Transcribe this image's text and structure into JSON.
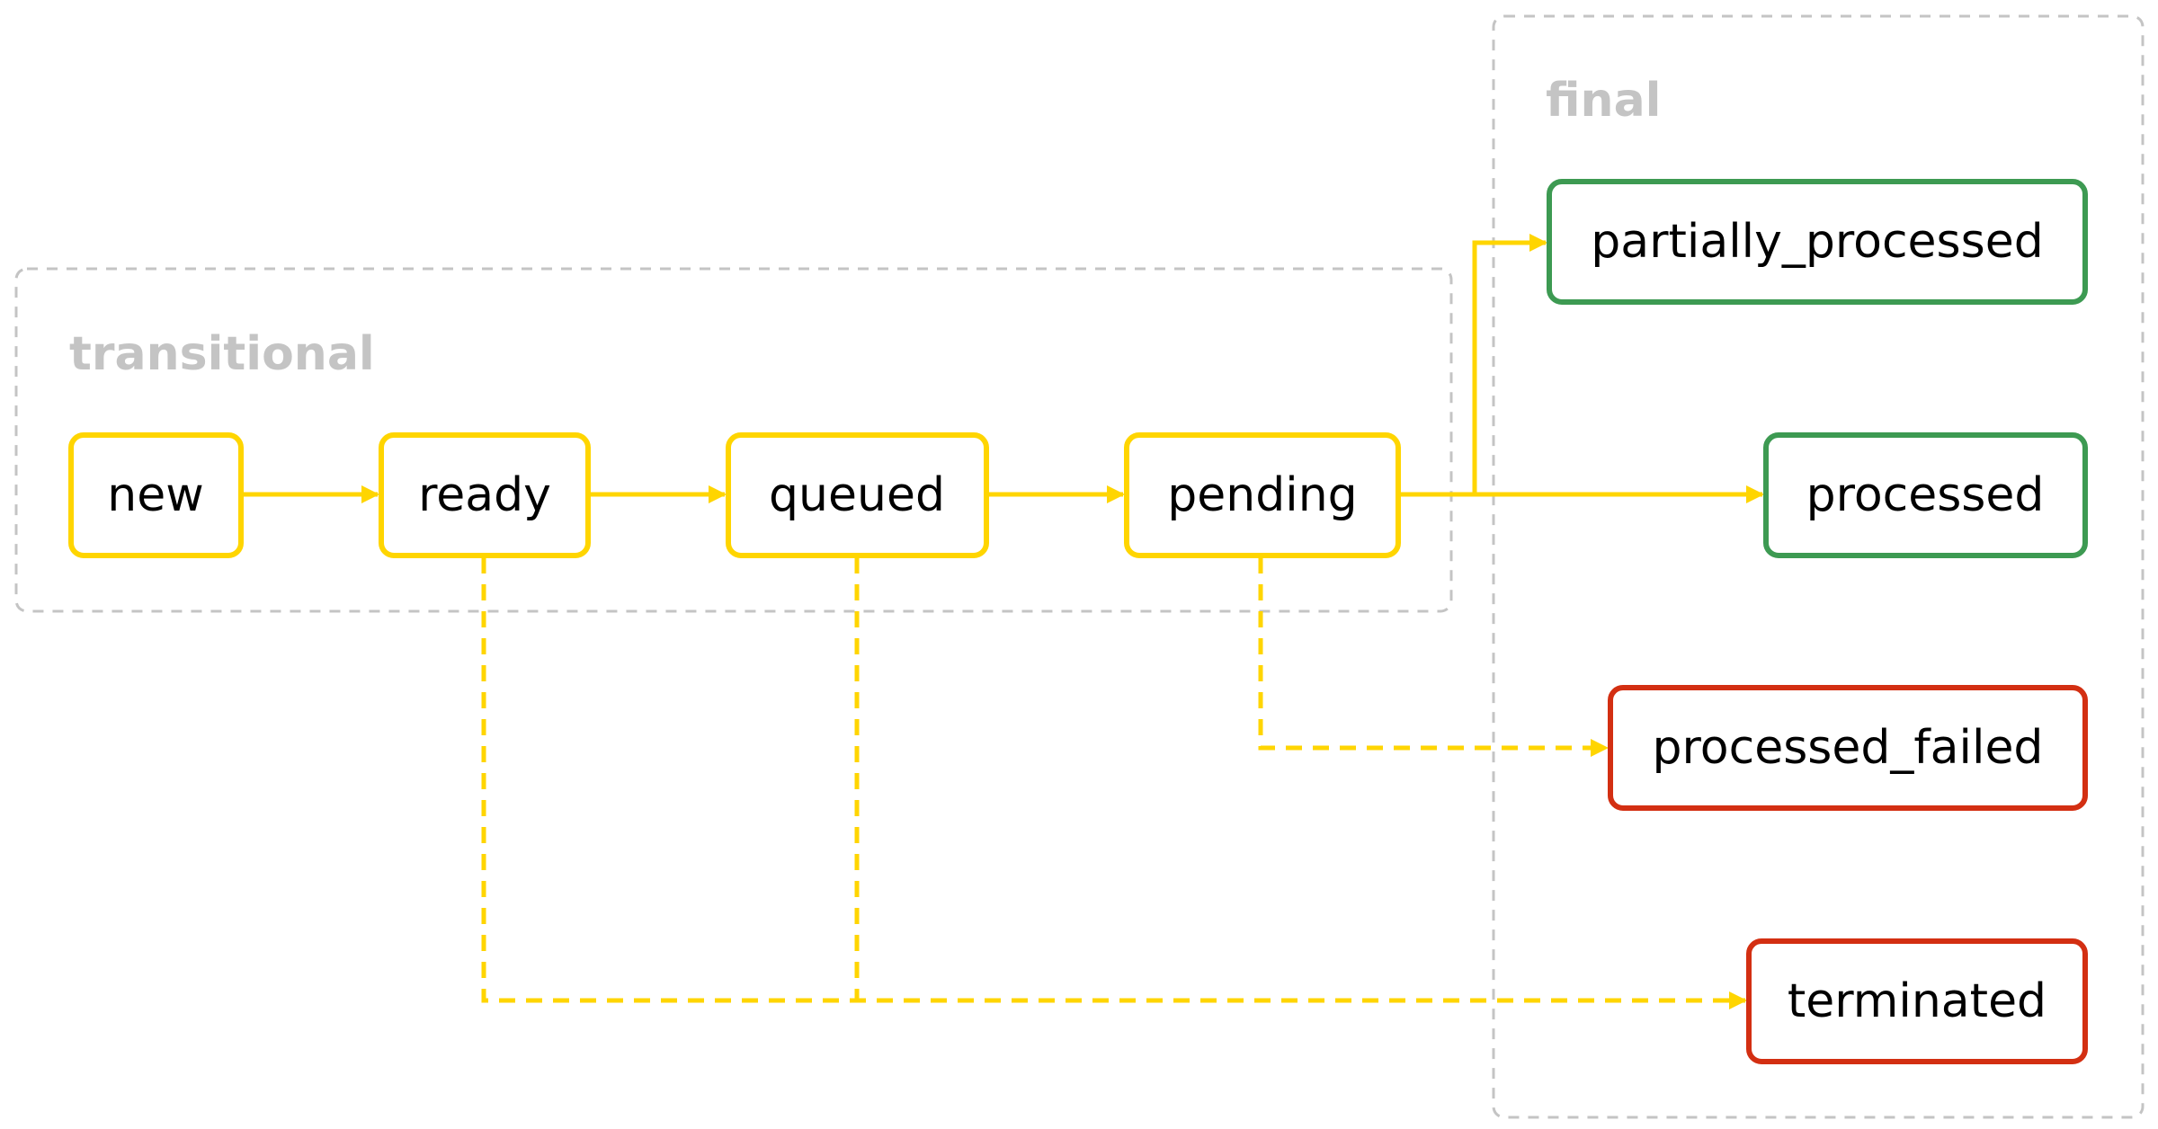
{
  "colors": {
    "transitional": "#ffd500",
    "success": "#3d9a52",
    "failure": "#d32f12",
    "group_border": "#c4c4c4",
    "edge": "#ffd500"
  },
  "groups": [
    {
      "id": "transitional",
      "label": "transitional"
    },
    {
      "id": "final",
      "label": "final"
    }
  ],
  "nodes": [
    {
      "id": "new",
      "label": "new",
      "group": "transitional",
      "kind": "transitional"
    },
    {
      "id": "ready",
      "label": "ready",
      "group": "transitional",
      "kind": "transitional"
    },
    {
      "id": "queued",
      "label": "queued",
      "group": "transitional",
      "kind": "transitional"
    },
    {
      "id": "pending",
      "label": "pending",
      "group": "transitional",
      "kind": "transitional"
    },
    {
      "id": "partially_processed",
      "label": "partially_processed",
      "group": "final",
      "kind": "success"
    },
    {
      "id": "processed",
      "label": "processed",
      "group": "final",
      "kind": "success"
    },
    {
      "id": "processed_failed",
      "label": "processed_failed",
      "group": "final",
      "kind": "failure"
    },
    {
      "id": "terminated",
      "label": "terminated",
      "group": "final",
      "kind": "failure"
    }
  ],
  "edges": [
    {
      "from": "new",
      "to": "ready",
      "style": "solid"
    },
    {
      "from": "ready",
      "to": "queued",
      "style": "solid"
    },
    {
      "from": "queued",
      "to": "pending",
      "style": "solid"
    },
    {
      "from": "pending",
      "to": "partially_processed",
      "style": "solid"
    },
    {
      "from": "pending",
      "to": "processed",
      "style": "solid"
    },
    {
      "from": "pending",
      "to": "processed_failed",
      "style": "dashed"
    },
    {
      "from": "ready",
      "to": "terminated",
      "style": "dashed"
    },
    {
      "from": "queued",
      "to": "terminated",
      "style": "dashed"
    }
  ]
}
